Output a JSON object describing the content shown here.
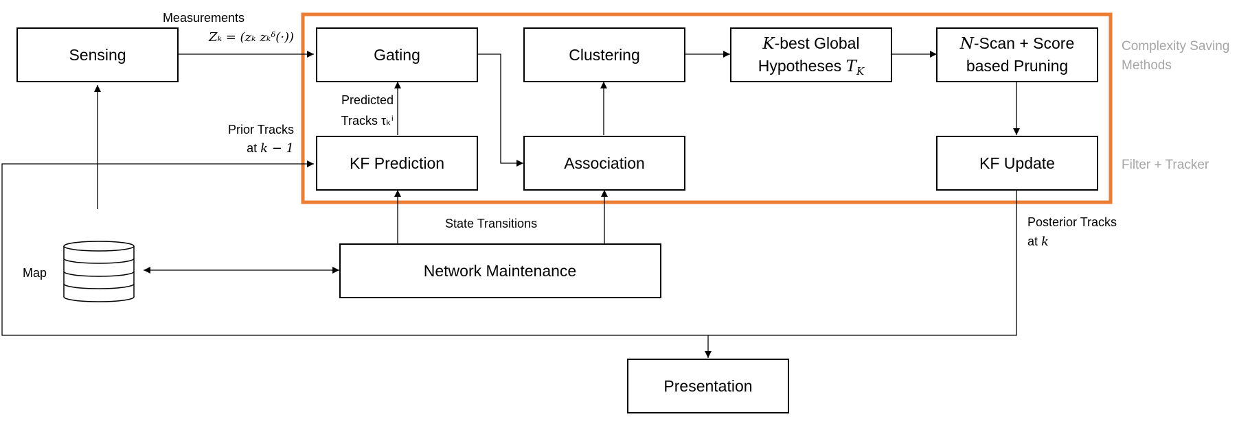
{
  "boxes": {
    "sensing": "Sensing",
    "gating": "Gating",
    "clustering": "Clustering",
    "k_best": {
      "line1_var": "K",
      "line1_rest": "-best Global",
      "line2_text": "Hypotheses ",
      "line2_var": "T",
      "line2_sub": "K"
    },
    "n_scan": {
      "line1_var": "N",
      "line1_rest": "-Scan + Score",
      "line2": "based Pruning"
    },
    "kf_prediction": "KF Prediction",
    "association": "Association",
    "kf_update": "KF Update",
    "network_maintenance": "Network Maintenance",
    "presentation": "Presentation"
  },
  "labels": {
    "measurements_title": "Measurements",
    "measurements_formula": "Zₖ = (zₖ zₖᵟ(·))",
    "predicted_line1": "Predicted",
    "predicted_line2": "Tracks τₖⁱ",
    "prior_line1": "Prior Tracks",
    "prior_line2_text": "at ",
    "prior_line2_math": "k − 1",
    "state_transitions": "State Transitions",
    "posterior_line1": "Posterior Tracks",
    "posterior_line2_text": "at ",
    "posterior_line2_math": "k",
    "map": "Map"
  },
  "side_notes": {
    "complexity_line1": "Complexity Saving",
    "complexity_line2": "Methods",
    "filter_tracker": "Filter + Tracker"
  },
  "colors": {
    "frame": "#ed7d31",
    "side_note": "#a6a6a6",
    "stroke": "#000000"
  },
  "icons": {
    "map": "database-icon"
  }
}
